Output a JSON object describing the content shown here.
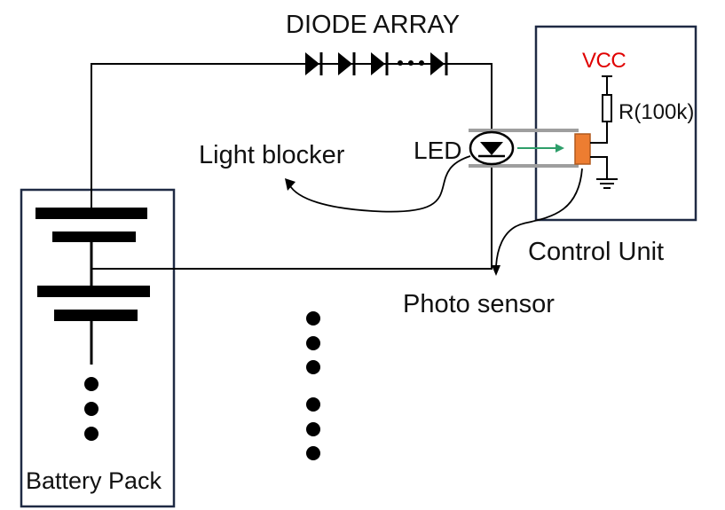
{
  "labels": {
    "diode_array": "DIODE ARRAY",
    "vcc": "VCC",
    "resistor": "R(100k)",
    "led": "LED",
    "light_blocker": "Light blocker",
    "control_unit": "Control Unit",
    "photo_sensor": "Photo sensor",
    "battery_pack": "Battery Pack"
  },
  "colors": {
    "line": "#000000",
    "box_border": "#1f2a44",
    "vcc_text": "#e00000",
    "sensor_fill": "#ed7d31",
    "sensor_border": "#b05a1e",
    "light_beam": "#2e9e6a",
    "tube": "#9e9e9e"
  },
  "icons": [
    "diode-icon",
    "led-icon",
    "resistor-icon",
    "ground-icon",
    "photo-sensor-icon",
    "battery-cell-icon",
    "ellipsis-dots-icon"
  ]
}
